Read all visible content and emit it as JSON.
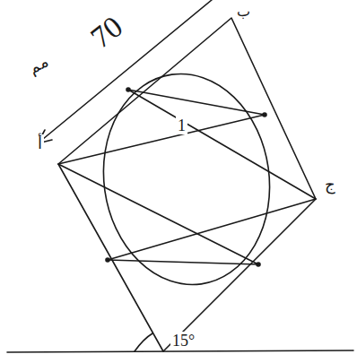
{
  "diagram": {
    "labels": [
      "70",
      "مم",
      "ب",
      "أ",
      "ج",
      "1",
      "15°"
    ]
  }
}
